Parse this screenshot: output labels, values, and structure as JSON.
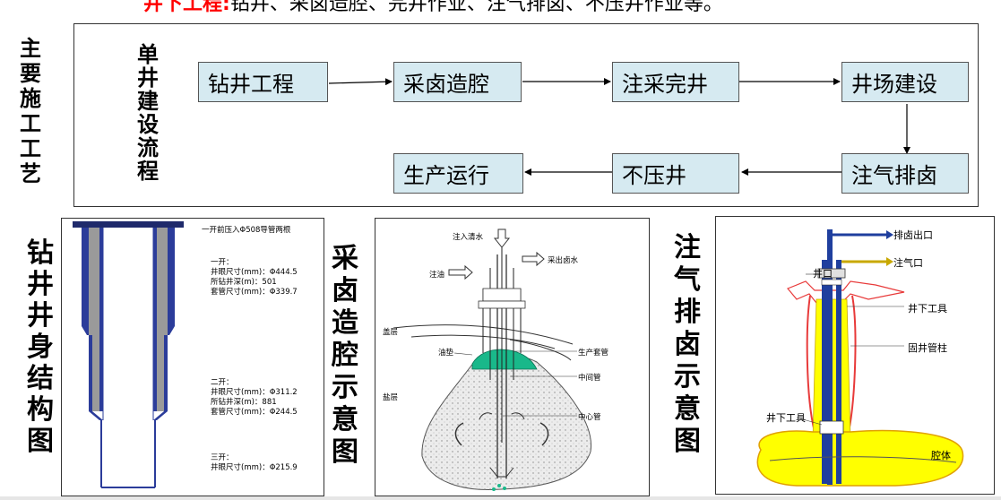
{
  "header": {
    "highlight": "井下工程:",
    "rest": "钻井、采卤造腔、完井作业、注气排卤、不压井作业等。"
  },
  "side_title": [
    "主",
    "要",
    "施",
    "工",
    "工",
    "艺"
  ],
  "flow": {
    "title": [
      "单",
      "井",
      "建",
      "设",
      "流",
      "程"
    ],
    "steps": [
      "钻井工程",
      "采卤造腔",
      "注采完井",
      "井场建设",
      "注气排卤",
      "不压井",
      "生产运行"
    ]
  },
  "drill": {
    "title": [
      "钻",
      "井",
      "井",
      "身",
      "结",
      "构",
      "图"
    ],
    "note": "一开前压入Φ508导管两根",
    "stage1": [
      "一开：",
      "井眼尺寸(mm)：Φ444.5",
      "所钻井深(m)：501",
      "套管尺寸(mm)：Φ339.7"
    ],
    "stage2": [
      "二开：",
      "井眼尺寸(mm)：Φ311.2",
      "所钻井深(m)：881",
      "套管尺寸(mm)：Φ244.5"
    ],
    "stage3": [
      "三开：",
      "井眼尺寸(mm)：Φ215.9"
    ]
  },
  "brine": {
    "title": [
      "采",
      "卤",
      "造",
      "腔",
      "示",
      "意",
      "图"
    ],
    "labels": {
      "inject_water": "注入清水",
      "inject_oil": "注油",
      "brine_out": "采出卤水",
      "cap_rock": "盖层",
      "oil_pad": "油垫",
      "prod_casing": "生产套管",
      "mid_pipe": "中间管",
      "center_pipe": "中心管",
      "salt_layer": "盐层"
    }
  },
  "gas": {
    "title": [
      "注",
      "气",
      "排",
      "卤",
      "示",
      "意",
      "图"
    ],
    "labels": {
      "brine_outlet": "排卤出口",
      "gas_inlet": "注气口",
      "wellhead": "井口",
      "downhole_tool_1": "井下工具",
      "cement_column": "固井管柱",
      "downhole_tool_2": "井下工具",
      "cavity": "腔体"
    }
  },
  "colors": {
    "box_fill": "#d6eaf1",
    "highlight": "#ff0000",
    "pipe_blue": "#1f3f9e",
    "cavity_yellow": "#ffff00",
    "oil_green": "#19b88a",
    "formation_red": "#e83a3a"
  }
}
